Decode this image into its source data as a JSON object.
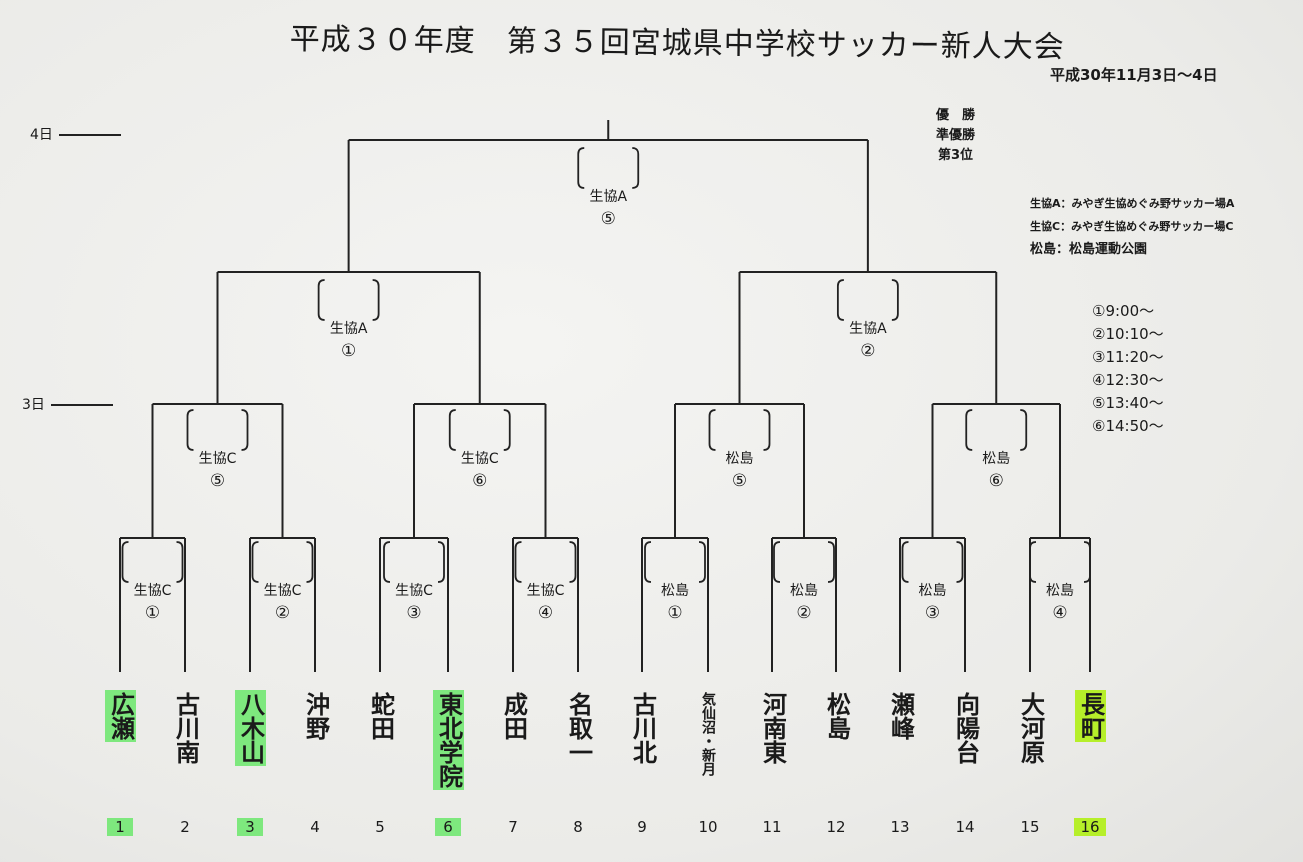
{
  "title": "平成３０年度　第３５回宮城県中学校サッカー新人大会",
  "date": "平成30年11月3日〜4日",
  "day_marks": {
    "day4": "4日",
    "day3": "3日"
  },
  "ranks": [
    "優　勝",
    "準優勝",
    "第3位"
  ],
  "venues": [
    "生協A：みやぎ生協めぐみ野サッカー場A",
    "生協C：みやぎ生協めぐみ野サッカー場C",
    "松島：松島運動公園"
  ],
  "times": [
    "①9:00〜",
    "②10:10〜",
    "③11:20〜",
    "④12:30〜",
    "⑤13:40〜",
    "⑥14:50〜"
  ],
  "matches": {
    "r1": [
      {
        "venue": "生協C",
        "num": "①"
      },
      {
        "venue": "生協C",
        "num": "②"
      },
      {
        "venue": "生協C",
        "num": "③"
      },
      {
        "venue": "生協C",
        "num": "④"
      },
      {
        "venue": "松島",
        "num": "①"
      },
      {
        "venue": "松島",
        "num": "②"
      },
      {
        "venue": "松島",
        "num": "③"
      },
      {
        "venue": "松島",
        "num": "④"
      }
    ],
    "r2": [
      {
        "venue": "生協C",
        "num": "⑤"
      },
      {
        "venue": "生協C",
        "num": "⑥"
      },
      {
        "venue": "松島",
        "num": "⑤"
      },
      {
        "venue": "松島",
        "num": "⑥"
      }
    ],
    "semi": [
      {
        "venue": "生協A",
        "num": "①"
      },
      {
        "venue": "生協A",
        "num": "②"
      }
    ],
    "final": {
      "venue": "生協A",
      "num": "⑤"
    }
  },
  "teams": [
    {
      "name": "広瀬",
      "seed": "1",
      "highlight": "green"
    },
    {
      "name": "古川南",
      "seed": "2",
      "highlight": ""
    },
    {
      "name": "八木山",
      "seed": "3",
      "highlight": "green"
    },
    {
      "name": "沖野",
      "seed": "4",
      "highlight": ""
    },
    {
      "name": "蛇田",
      "seed": "5",
      "highlight": ""
    },
    {
      "name": "東北学院",
      "seed": "6",
      "highlight": "green"
    },
    {
      "name": "成田",
      "seed": "7",
      "highlight": ""
    },
    {
      "name": "名取一",
      "seed": "8",
      "highlight": ""
    },
    {
      "name": "古川北",
      "seed": "9",
      "highlight": ""
    },
    {
      "name": "気仙沼・新月",
      "seed": "10",
      "highlight": ""
    },
    {
      "name": "河南東",
      "seed": "11",
      "highlight": ""
    },
    {
      "name": "松島",
      "seed": "12",
      "highlight": ""
    },
    {
      "name": "瀬峰",
      "seed": "13",
      "highlight": ""
    },
    {
      "name": "向陽台",
      "seed": "14",
      "highlight": ""
    },
    {
      "name": "大河原",
      "seed": "15",
      "highlight": ""
    },
    {
      "name": "長町",
      "seed": "16",
      "highlight": "yellow"
    }
  ]
}
